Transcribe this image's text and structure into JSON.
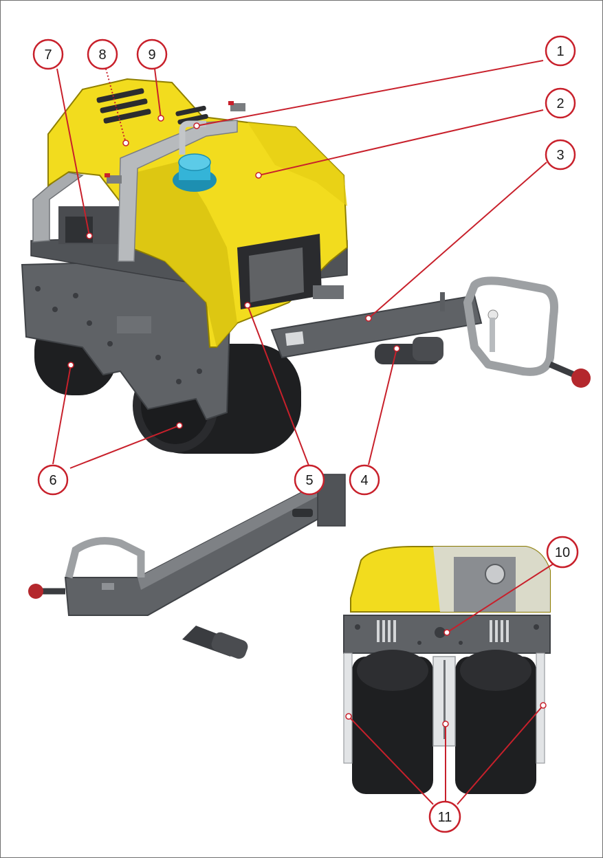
{
  "figure": {
    "views": [
      {
        "id": "front-view",
        "kind": "machine-front-three-quarter"
      },
      {
        "id": "rear-view",
        "kind": "machine-rear-three-quarter"
      }
    ],
    "colors": {
      "hood_yellow": "#f2dc1e",
      "hood_shadow": "#c9b400",
      "frame_gray": "#5f6266",
      "frame_dark": "#3f4246",
      "drum_black": "#1e1f21",
      "cap_cyan": "#34b4d8",
      "callout_red": "#c8202b"
    },
    "callouts": [
      {
        "label": "1"
      },
      {
        "label": "2"
      },
      {
        "label": "3"
      },
      {
        "label": "4"
      },
      {
        "label": "5"
      },
      {
        "label": "6"
      },
      {
        "label": "7"
      },
      {
        "label": "8"
      },
      {
        "label": "9"
      },
      {
        "label": "10"
      },
      {
        "label": "11"
      }
    ]
  }
}
